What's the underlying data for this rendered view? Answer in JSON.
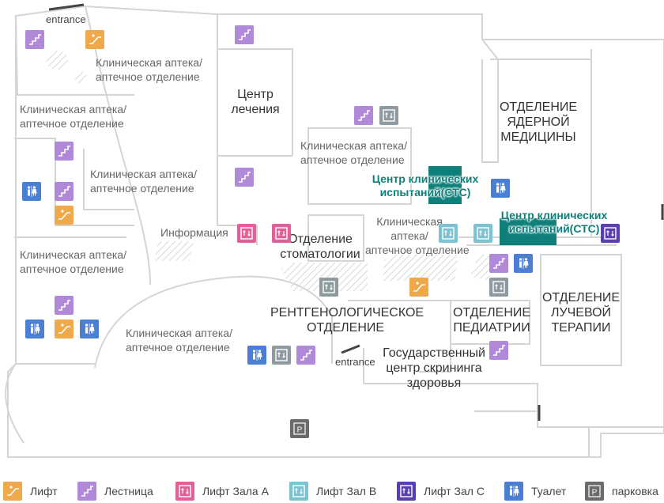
{
  "map": {
    "entrances": {
      "top": "entrance",
      "middle": "entrance"
    },
    "rooms": {
      "pharmacy_1": "Клиническая аптека/\nаптечное отделение",
      "pharmacy_2": "Клиническая аптека/\nаптечное отделение",
      "pharmacy_3": "Клиническая аптека/\nаптечное отделение",
      "pharmacy_4": "Клиническая аптека/\nаптечное отделение",
      "pharmacy_5": "Клиническая аптека/\nаптечное отделение",
      "pharmacy_6": "Клиническая\nаптека/\nаптечное отделение",
      "pharmacy_7": "Клиническая аптека/\nаптечное отделение",
      "treatment_center": "Центр\nлечения",
      "nuclear_medicine": "ОТДЕЛЕНИЕ\nЯДЕРНОЙ\nМЕДИЦИНЫ",
      "ctc_1": "Центр клинических\nиспытаний(СТС)",
      "ctc_2": "Центр клинических\nиспытаний(СТС)",
      "information": "Информация",
      "dentistry": "Отделение\nстоматологии",
      "radiology": "РЕНТГЕНОЛОГИЧЕСКОЕ\nОТДЕЛЕНИЕ",
      "pediatrics": "ОТДЕЛЕНИЕ\nПЕДИАТРИИ",
      "radiation_therapy": "ОТДЕЛЕНИЕ\nЛУЧЕВОЙ\nТЕРАПИИ",
      "screening_center": "Государственный\nцентр скрининга\nздоровья"
    }
  },
  "legend": {
    "lift": "Лифт",
    "stairs": "Лестница",
    "lift_a": "Лифт Зала А",
    "lift_b": "Лифт Зал В",
    "lift_c": "Лифт Зал С",
    "toilet": "Туалет",
    "parking": "парковка"
  },
  "colors": {
    "lift": "#f0a94a",
    "stairs": "#b089d8",
    "lift_a": "#e0609a",
    "lift_b": "#7cc3d1",
    "lift_c": "#5a3fb0",
    "toilet": "#4a7fd4",
    "parking": "#6b6b6b",
    "ctc_highlight": "#0f7f7a"
  }
}
